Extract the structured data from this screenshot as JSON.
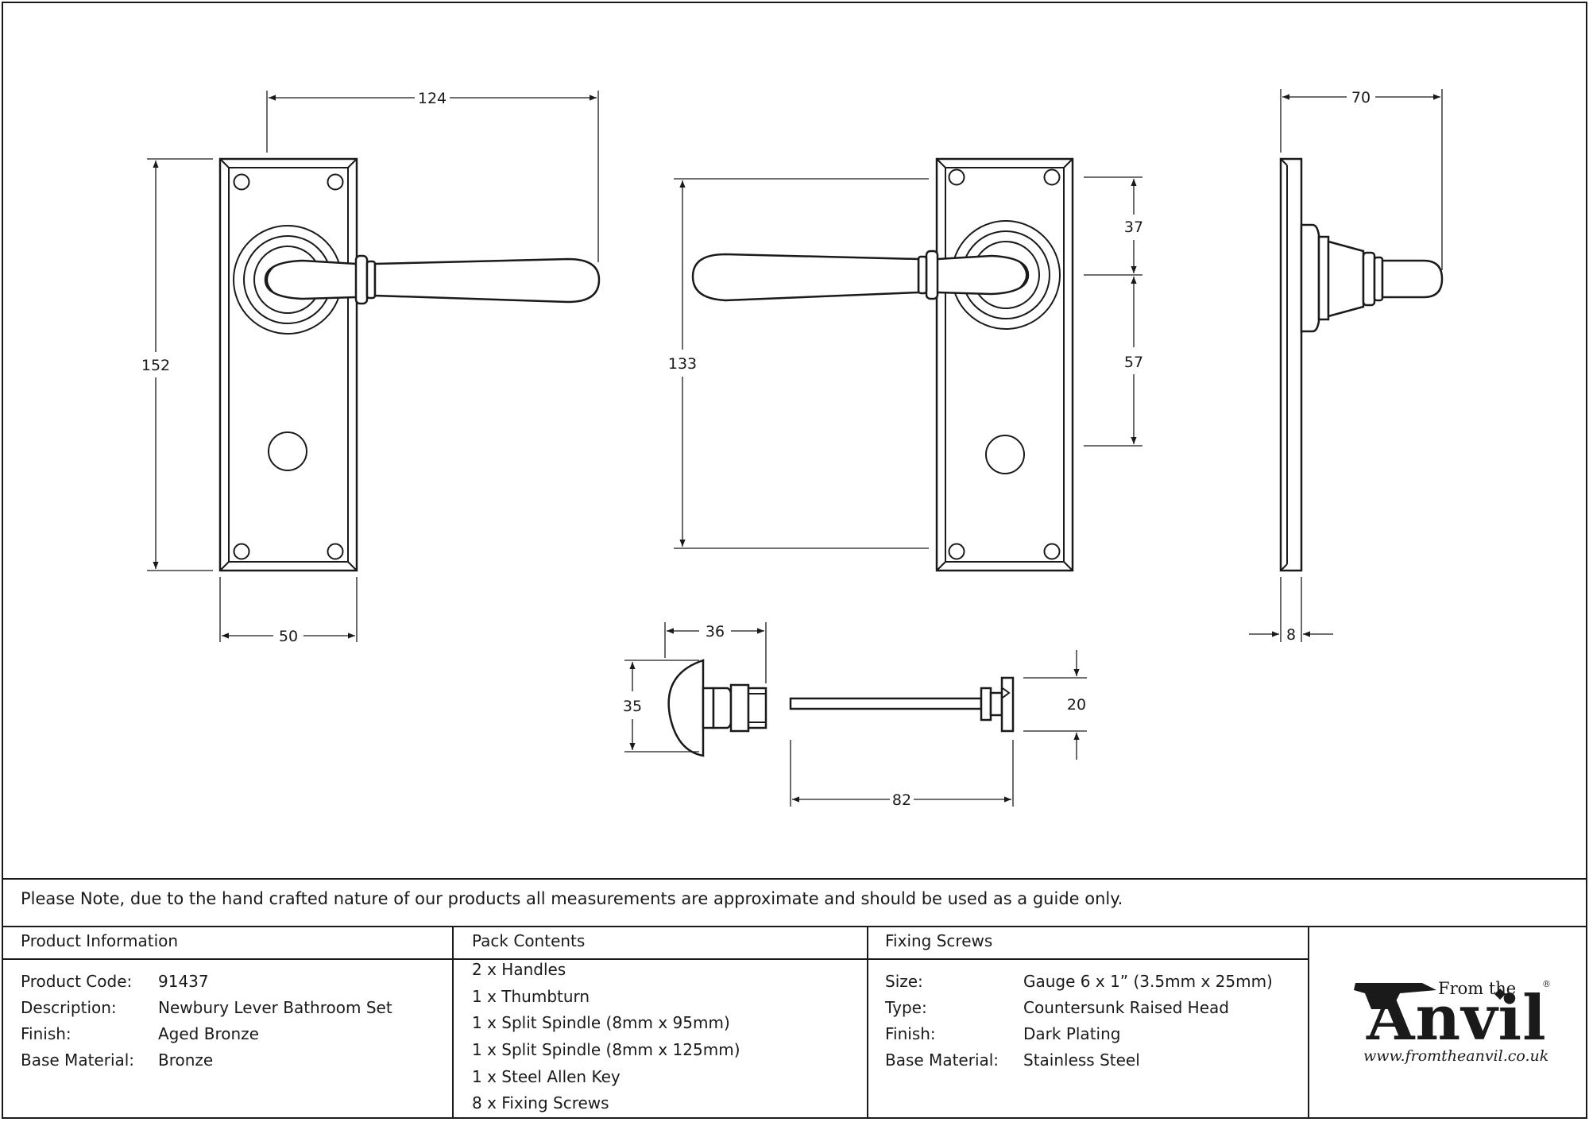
{
  "dimensions": {
    "plate_width": "124",
    "plate_height": "152",
    "plate_base_width": "50",
    "handle_reach": "133",
    "top_to_lever": "37",
    "lever_to_keyhole": "57",
    "projection": "70",
    "plate_thickness": "8",
    "thumbturn_length": "36",
    "thumbturn_height": "35",
    "spindle_length": "82",
    "spindle_head": "20"
  },
  "note": "Please Note, due to the hand crafted nature of our products all measurements are approximate and should be used as a guide only.",
  "product_information": {
    "title": "Product Information",
    "rows": [
      {
        "label": "Product Code:",
        "value": "91437"
      },
      {
        "label": "Description:",
        "value": "Newbury Lever Bathroom Set"
      },
      {
        "label": "Finish:",
        "value": "Aged Bronze"
      },
      {
        "label": "Base Material:",
        "value": "Bronze"
      }
    ]
  },
  "pack_contents": {
    "title": "Pack Contents",
    "items": [
      "2 x Handles",
      "1 x Thumbturn",
      "1 x Split Spindle (8mm x 95mm)",
      "1 x Split Spindle (8mm x 125mm)",
      "1 x Steel Allen Key",
      "8 x Fixing Screws"
    ]
  },
  "fixing_screws": {
    "title": "Fixing Screws",
    "rows": [
      {
        "label": "Size:",
        "value": "Gauge 6 x 1” (3.5mm x 25mm)"
      },
      {
        "label": "Type:",
        "value": "Countersunk Raised Head"
      },
      {
        "label": "Finish:",
        "value": "Dark Plating"
      },
      {
        "label": "Base Material:",
        "value": "Stainless Steel"
      }
    ]
  },
  "logo": {
    "from": "From the",
    "word": "Anvil",
    "reg": "®",
    "url": "www.fromtheanvil.co.uk"
  }
}
